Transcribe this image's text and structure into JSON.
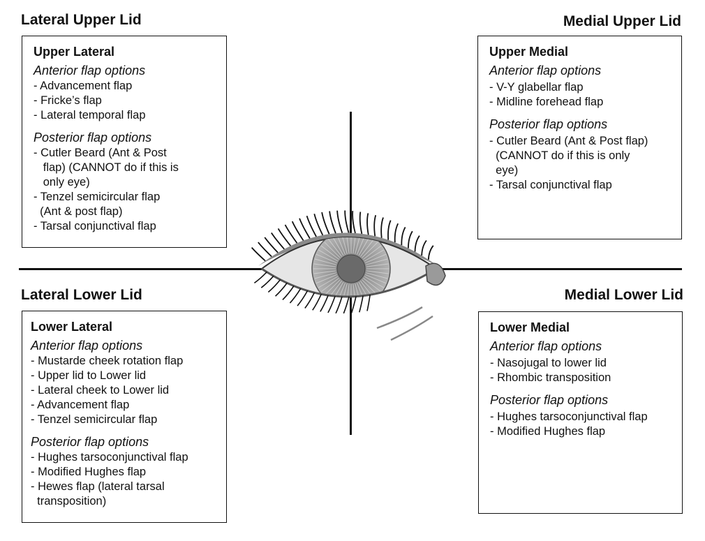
{
  "quadrants": {
    "lateral_upper": {
      "title": "Lateral Upper Lid",
      "box_title": "Upper Lateral",
      "anterior_heading": "Anterior flap options",
      "anterior_items": [
        "- Advancement flap",
        "- Fricke’s flap",
        "- Lateral temporal flap"
      ],
      "posterior_heading": "Posterior flap options",
      "posterior_items": [
        "- Cutler Beard (Ant & Post",
        "   flap) (CANNOT do if this is",
        "   only eye)",
        "- Tenzel semicircular flap",
        "  (Ant & post flap)",
        "- Tarsal conjunctival flap"
      ]
    },
    "medial_upper": {
      "title": "Medial Upper Lid",
      "box_title": "Upper Medial",
      "anterior_heading": "Anterior flap options",
      "anterior_items": [
        "- V-Y glabellar flap",
        "- Midline forehead flap"
      ],
      "posterior_heading": "Posterior flap options",
      "posterior_items": [
        "- Cutler Beard (Ant & Post flap)",
        "  (CANNOT do if this is only",
        "  eye)",
        "- Tarsal conjunctival flap"
      ]
    },
    "lateral_lower": {
      "title": "Lateral Lower Lid",
      "box_title": "Lower Lateral",
      "anterior_heading": "Anterior flap options",
      "anterior_items": [
        "- Mustarde cheek rotation flap",
        "- Upper lid to Lower lid",
        "- Lateral cheek to Lower lid",
        "- Advancement flap",
        "- Tenzel semicircular flap"
      ],
      "posterior_heading": "Posterior flap options",
      "posterior_items": [
        "- Hughes tarsoconjunctival flap",
        "- Modified Hughes flap",
        "- Hewes flap (lateral tarsal",
        "  transposition)"
      ]
    },
    "medial_lower": {
      "title": "Medial Lower Lid",
      "box_title": "Lower Medial",
      "anterior_heading": "Anterior flap options",
      "anterior_items": [
        "- Nasojugal to lower lid",
        "- Rhombic transposition"
      ],
      "posterior_heading": "Posterior flap options",
      "posterior_items": [
        "- Hughes tarsoconjunctival flap",
        "- Modified Hughes flap"
      ]
    }
  },
  "colors": {
    "ink": "#111111",
    "iris": "#9a9a9a",
    "sclera": "#e6e6e6",
    "lid": "#7a7a7a"
  }
}
